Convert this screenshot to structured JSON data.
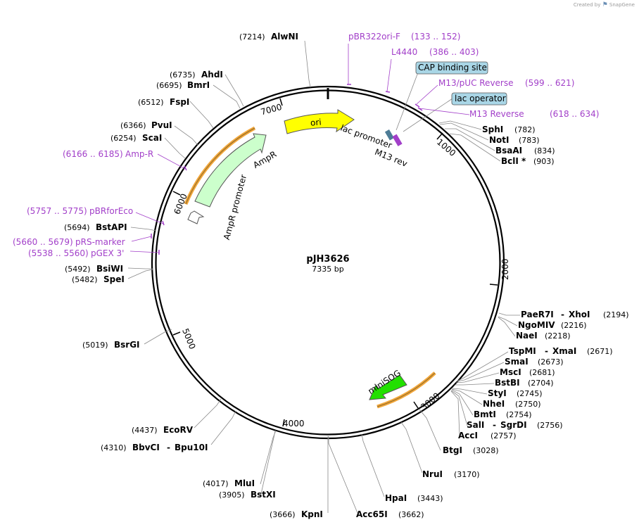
{
  "brand": {
    "created_by": "Created by",
    "name": "SnapGene"
  },
  "plasmid": {
    "name": "pJH3626",
    "size": "7335 bp"
  },
  "ticks": [
    "1000",
    "2000",
    "3000",
    "4000",
    "5000",
    "6000",
    "7000"
  ],
  "colors": {
    "ori": "#ffff00",
    "ampr": "#ccffcc",
    "minisog": "#22e000",
    "primer": "#a23fc9",
    "box": "#a9d6e6",
    "orange": "#f2a63a"
  },
  "features": {
    "ori": "ori",
    "ampr": "AmpR",
    "ampr_promoter": "AmpR promoter",
    "minisog": "miniSOG",
    "lac_promoter": "lac promoter",
    "m13_rev": "M13 rev",
    "cap": "CAP binding site",
    "lac_operator": "lac operator"
  },
  "primers": [
    {
      "name": "pBR322ori-F",
      "range": "(133 .. 152)"
    },
    {
      "name": "L4440",
      "range": "(386 .. 403)"
    },
    {
      "name": "M13/pUC Reverse",
      "range": "(599 .. 621)"
    },
    {
      "name": "M13 Reverse",
      "range": "(618 .. 634)"
    },
    {
      "name": "Amp-R",
      "range": "(6166 .. 6185)"
    },
    {
      "name": "pBRforEco",
      "range": "(5757 .. 5775)"
    },
    {
      "name": "pRS-marker",
      "range": "(5660 .. 5679)"
    },
    {
      "name": "pGEX 3'",
      "range": "(5538 .. 5560)"
    }
  ],
  "enzymes_right": [
    {
      "name": "SphI",
      "pos": "(782)"
    },
    {
      "name": "NotI",
      "pos": "(783)"
    },
    {
      "name": "BsaAI",
      "pos": "(834)"
    },
    {
      "name": "BclI *",
      "pos": "(903)"
    },
    {
      "name": "PaeR7I",
      "name2": "XhoI",
      "pos": "(2194)"
    },
    {
      "name": "NgoMIV",
      "pos": "(2216)"
    },
    {
      "name": "NaeI",
      "pos": "(2218)"
    },
    {
      "name": "TspMI",
      "name2": "XmaI",
      "pos": "(2671)"
    },
    {
      "name": "SmaI",
      "pos": "(2673)"
    },
    {
      "name": "MscI",
      "pos": "(2681)"
    },
    {
      "name": "BstBI",
      "pos": "(2704)"
    },
    {
      "name": "StyI",
      "pos": "(2745)"
    },
    {
      "name": "NheI",
      "pos": "(2750)"
    },
    {
      "name": "BmtI",
      "pos": "(2754)"
    },
    {
      "name": "SalI",
      "name2": "SgrDI",
      "pos": "(2756)"
    },
    {
      "name": "AccI",
      "pos": "(2757)"
    },
    {
      "name": "BtgI",
      "pos": "(3028)"
    },
    {
      "name": "NruI",
      "pos": "(3170)"
    },
    {
      "name": "HpaI",
      "pos": "(3443)"
    },
    {
      "name": "Acc65I",
      "pos": "(3662)"
    }
  ],
  "enzymes_left": [
    {
      "name": "AlwNI",
      "pos": "(7214)"
    },
    {
      "name": "AhdI",
      "pos": "(6735)"
    },
    {
      "name": "BmrI",
      "pos": "(6695)"
    },
    {
      "name": "FspI",
      "pos": "(6512)"
    },
    {
      "name": "PvuI",
      "pos": "(6366)"
    },
    {
      "name": "ScaI",
      "pos": "(6254)"
    },
    {
      "name": "BstAPI",
      "pos": "(5694)"
    },
    {
      "name": "BsiWI",
      "pos": "(5492)"
    },
    {
      "name": "SpeI",
      "pos": "(5482)"
    },
    {
      "name": "BsrGI",
      "pos": "(5019)"
    },
    {
      "name": "EcoRV",
      "pos": "(4437)"
    },
    {
      "name": "BbvCI",
      "name2": "Bpu10I",
      "pos": "(4310)"
    },
    {
      "name": "MluI",
      "pos": "(4017)"
    },
    {
      "name": "BstXI",
      "pos": "(3905)"
    },
    {
      "name": "KpnI",
      "pos": "(3666)"
    }
  ]
}
